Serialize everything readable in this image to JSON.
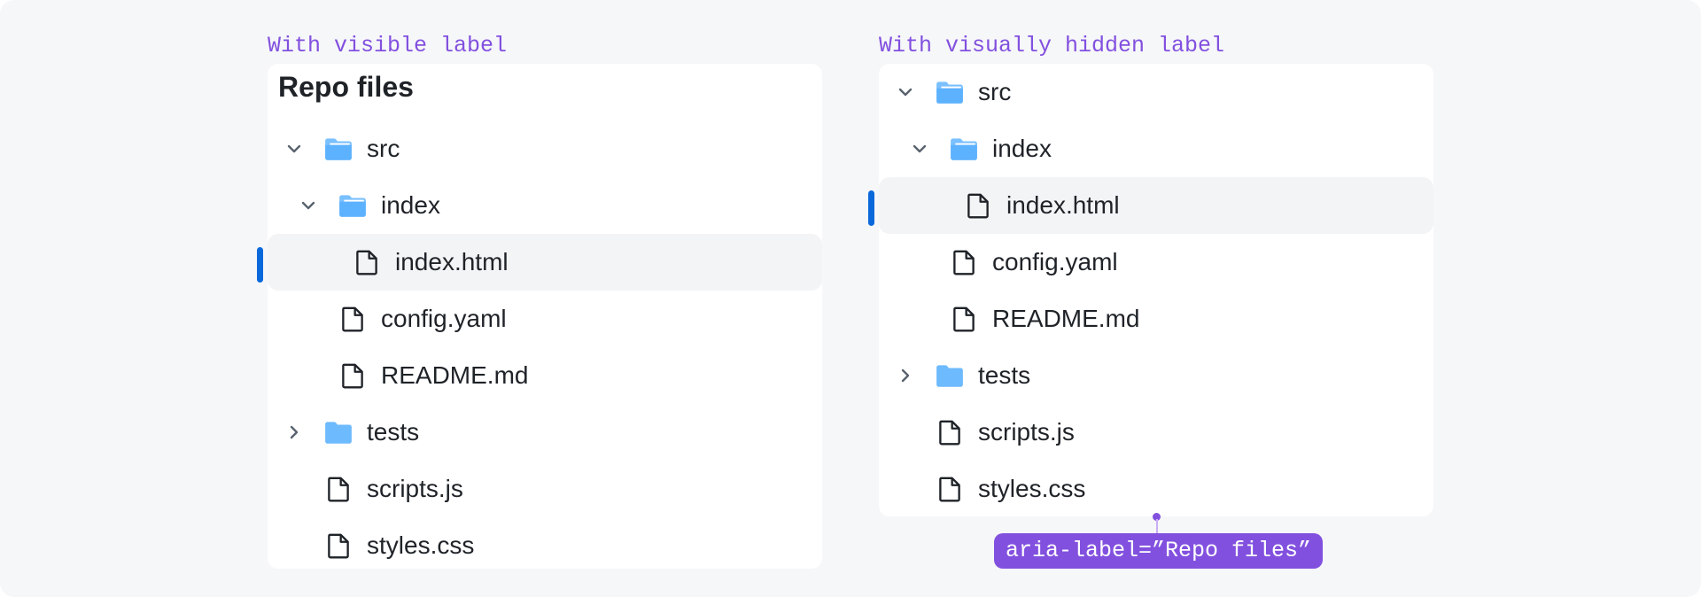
{
  "colors": {
    "accent_purple": "#8250df",
    "selection_indicator": "#0969da",
    "folder": "#54aeff",
    "text": "#1f2328",
    "chevron": "#59636e",
    "current_row_bg": "#f3f4f6"
  },
  "left": {
    "caption": "With visible label",
    "title": "Repo files",
    "items": [
      {
        "label": "src",
        "type": "folder",
        "state": "expanded"
      },
      {
        "label": "index",
        "type": "folder",
        "state": "expanded"
      },
      {
        "label": "index.html",
        "type": "file",
        "current": true
      },
      {
        "label": "config.yaml",
        "type": "file"
      },
      {
        "label": "README.md",
        "type": "file"
      },
      {
        "label": "tests",
        "type": "folder",
        "state": "collapsed"
      },
      {
        "label": "scripts.js",
        "type": "file"
      },
      {
        "label": "styles.css",
        "type": "file"
      }
    ]
  },
  "right": {
    "caption": "With visually hidden label",
    "items": [
      {
        "label": "src",
        "type": "folder",
        "state": "expanded"
      },
      {
        "label": "index",
        "type": "folder",
        "state": "expanded"
      },
      {
        "label": "index.html",
        "type": "file",
        "current": true
      },
      {
        "label": "config.yaml",
        "type": "file"
      },
      {
        "label": "README.md",
        "type": "file"
      },
      {
        "label": "tests",
        "type": "folder",
        "state": "collapsed"
      },
      {
        "label": "scripts.js",
        "type": "file"
      },
      {
        "label": "styles.css",
        "type": "file"
      }
    ],
    "annotation": "aria-label=”Repo files”"
  }
}
